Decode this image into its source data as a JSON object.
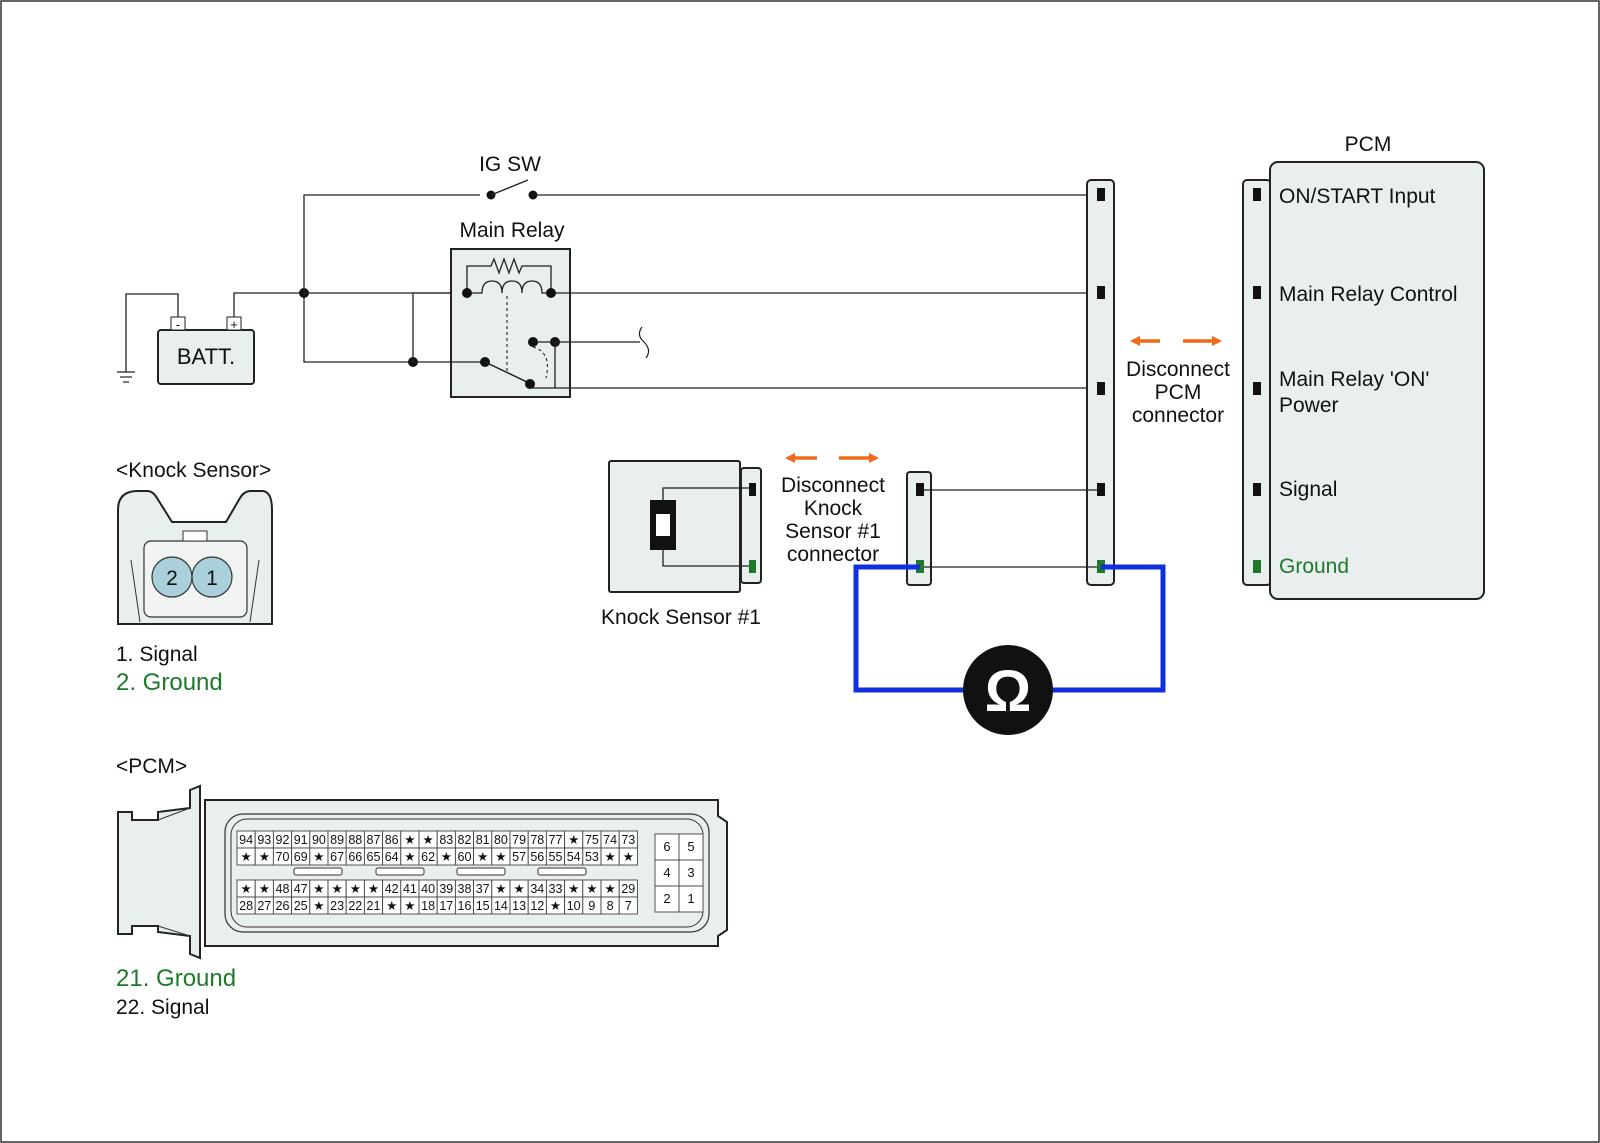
{
  "ig_sw_label": "IG SW",
  "main_relay_label": "Main Relay",
  "battery_label": "BATT.",
  "battery_minus": "-",
  "battery_plus": "+",
  "pcm_block": {
    "title": "PCM",
    "pins": [
      "ON/START Input",
      "Main Relay Control",
      "Main Relay 'ON'",
      "Power",
      "Signal",
      "Ground"
    ]
  },
  "disconnect_pcm": [
    "Disconnect",
    "PCM",
    "connector"
  ],
  "disconnect_knock": [
    "Disconnect",
    "Knock",
    "Sensor #1",
    "connector"
  ],
  "knock_sensor_device_label": "Knock Sensor #1",
  "ohmmeter_symbol": "Ω",
  "knock_connector": {
    "title": "<Knock Sensor>",
    "pin_left": "2",
    "pin_right": "1",
    "legend": [
      "1. Signal",
      "2. Ground"
    ]
  },
  "pcm_connector": {
    "title": "<PCM>",
    "row1": [
      "94",
      "93",
      "92",
      "91",
      "90",
      "89",
      "88",
      "87",
      "86",
      "★",
      "★",
      "83",
      "82",
      "81",
      "80",
      "79",
      "78",
      "77",
      "★",
      "75",
      "74",
      "73"
    ],
    "row2": [
      "★",
      "★",
      "70",
      "69",
      "★",
      "67",
      "66",
      "65",
      "64",
      "★",
      "62",
      "★",
      "60",
      "★",
      "★",
      "57",
      "56",
      "55",
      "54",
      "53",
      "★",
      "★"
    ],
    "row3": [
      "★",
      "★",
      "48",
      "47",
      "★",
      "★",
      "★",
      "★",
      "42",
      "41",
      "40",
      "39",
      "38",
      "37",
      "★",
      "★",
      "34",
      "33",
      "★",
      "★",
      "★",
      "29"
    ],
    "row4": [
      "28",
      "27",
      "26",
      "25",
      "★",
      "23",
      "22",
      "21",
      "★",
      "★",
      "18",
      "17",
      "16",
      "15",
      "14",
      "13",
      "12",
      "★",
      "10",
      "9",
      "8",
      "7"
    ],
    "side": [
      "6",
      "5",
      "4",
      "3",
      "2",
      "1"
    ],
    "legend": [
      "21. Ground",
      "22. Signal"
    ]
  },
  "colors": {
    "ground_green": "#1e7a2a",
    "meter_wire_blue": "#1030e0",
    "arrow_orange": "#ee6a1a",
    "panel_fill": "#e9eeee",
    "highlight_pin": "#a9d0db"
  }
}
